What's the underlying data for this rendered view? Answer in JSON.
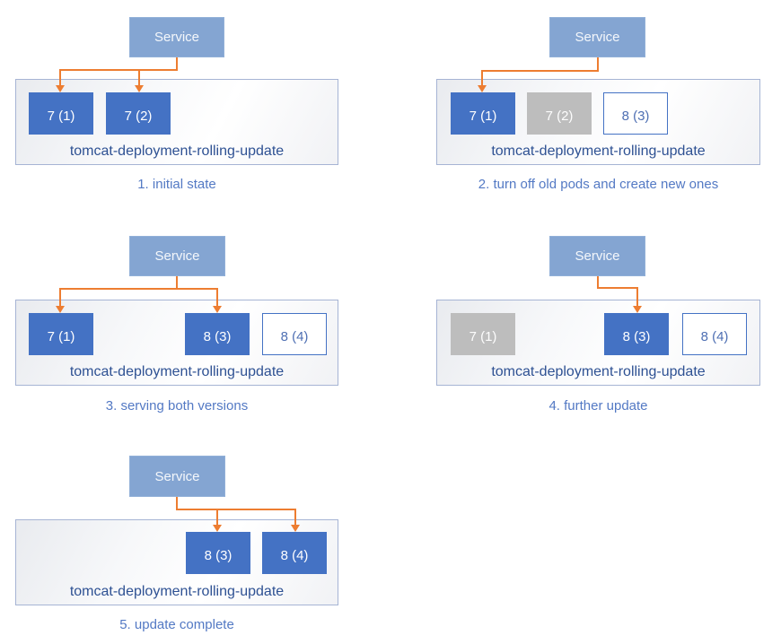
{
  "colors": {
    "service-fill": "#84a5d2",
    "service-border": "#91b0d8",
    "pod-active": "#4472c4",
    "pod-inactive": "#bdbdbd",
    "pod-pending-text": "#4e6fb3",
    "arrow": "#ed7d31",
    "deployment-border": "#a6b4d4",
    "deployment-label-text": "#2e5193",
    "caption-text": "#5379c4"
  },
  "service_label": "Service",
  "deployment_name": "tomcat-deployment-rolling-update",
  "panels": [
    {
      "caption": "1. initial state",
      "arrow_targets": [
        "7 (1)",
        "7 (2)"
      ],
      "pods": [
        {
          "label": "7 (1)",
          "state": "active"
        },
        {
          "label": "7 (2)",
          "state": "active"
        }
      ]
    },
    {
      "caption": "2. turn off old pods and create new ones",
      "arrow_targets": [
        "7 (1)"
      ],
      "pods": [
        {
          "label": "7 (1)",
          "state": "active"
        },
        {
          "label": "7 (2)",
          "state": "inactive"
        },
        {
          "label": "8 (3)",
          "state": "pending"
        }
      ]
    },
    {
      "caption": "3. serving both versions",
      "arrow_targets": [
        "7 (1)",
        "8 (3)"
      ],
      "pods": [
        {
          "label": "7 (1)",
          "state": "active"
        },
        {
          "label": "8 (3)",
          "state": "active"
        },
        {
          "label": "8 (4)",
          "state": "pending"
        }
      ]
    },
    {
      "caption": "4. further update",
      "arrow_targets": [
        "8 (3)"
      ],
      "pods": [
        {
          "label": "7 (1)",
          "state": "inactive"
        },
        {
          "label": "8 (3)",
          "state": "active"
        },
        {
          "label": "8 (4)",
          "state": "pending"
        }
      ]
    },
    {
      "caption": "5. update complete",
      "arrow_targets": [
        "8 (3)",
        "8 (4)"
      ],
      "pods": [
        {
          "label": "8 (3)",
          "state": "active"
        },
        {
          "label": "8 (4)",
          "state": "active"
        }
      ]
    }
  ]
}
